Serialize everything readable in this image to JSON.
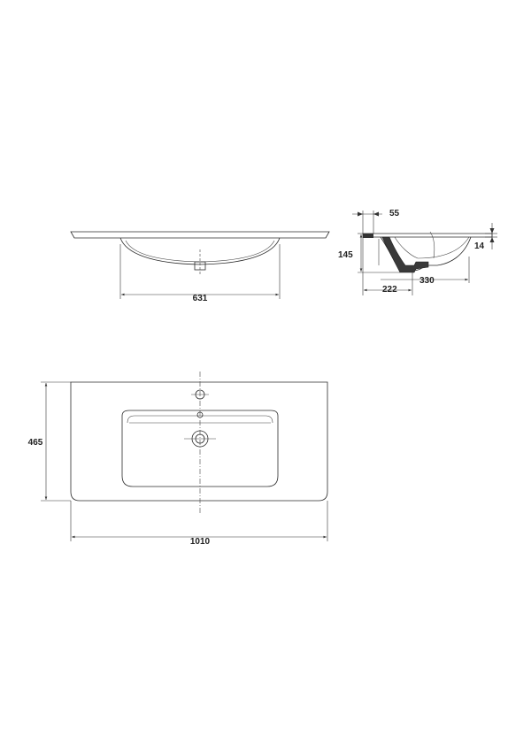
{
  "dimensions": {
    "front_basin_width": "631",
    "side_overhang": "55",
    "side_height": "145",
    "side_rim": "14",
    "side_inner_depth": "222",
    "side_total_depth": "330",
    "plan_depth": "465",
    "plan_width": "1010"
  }
}
